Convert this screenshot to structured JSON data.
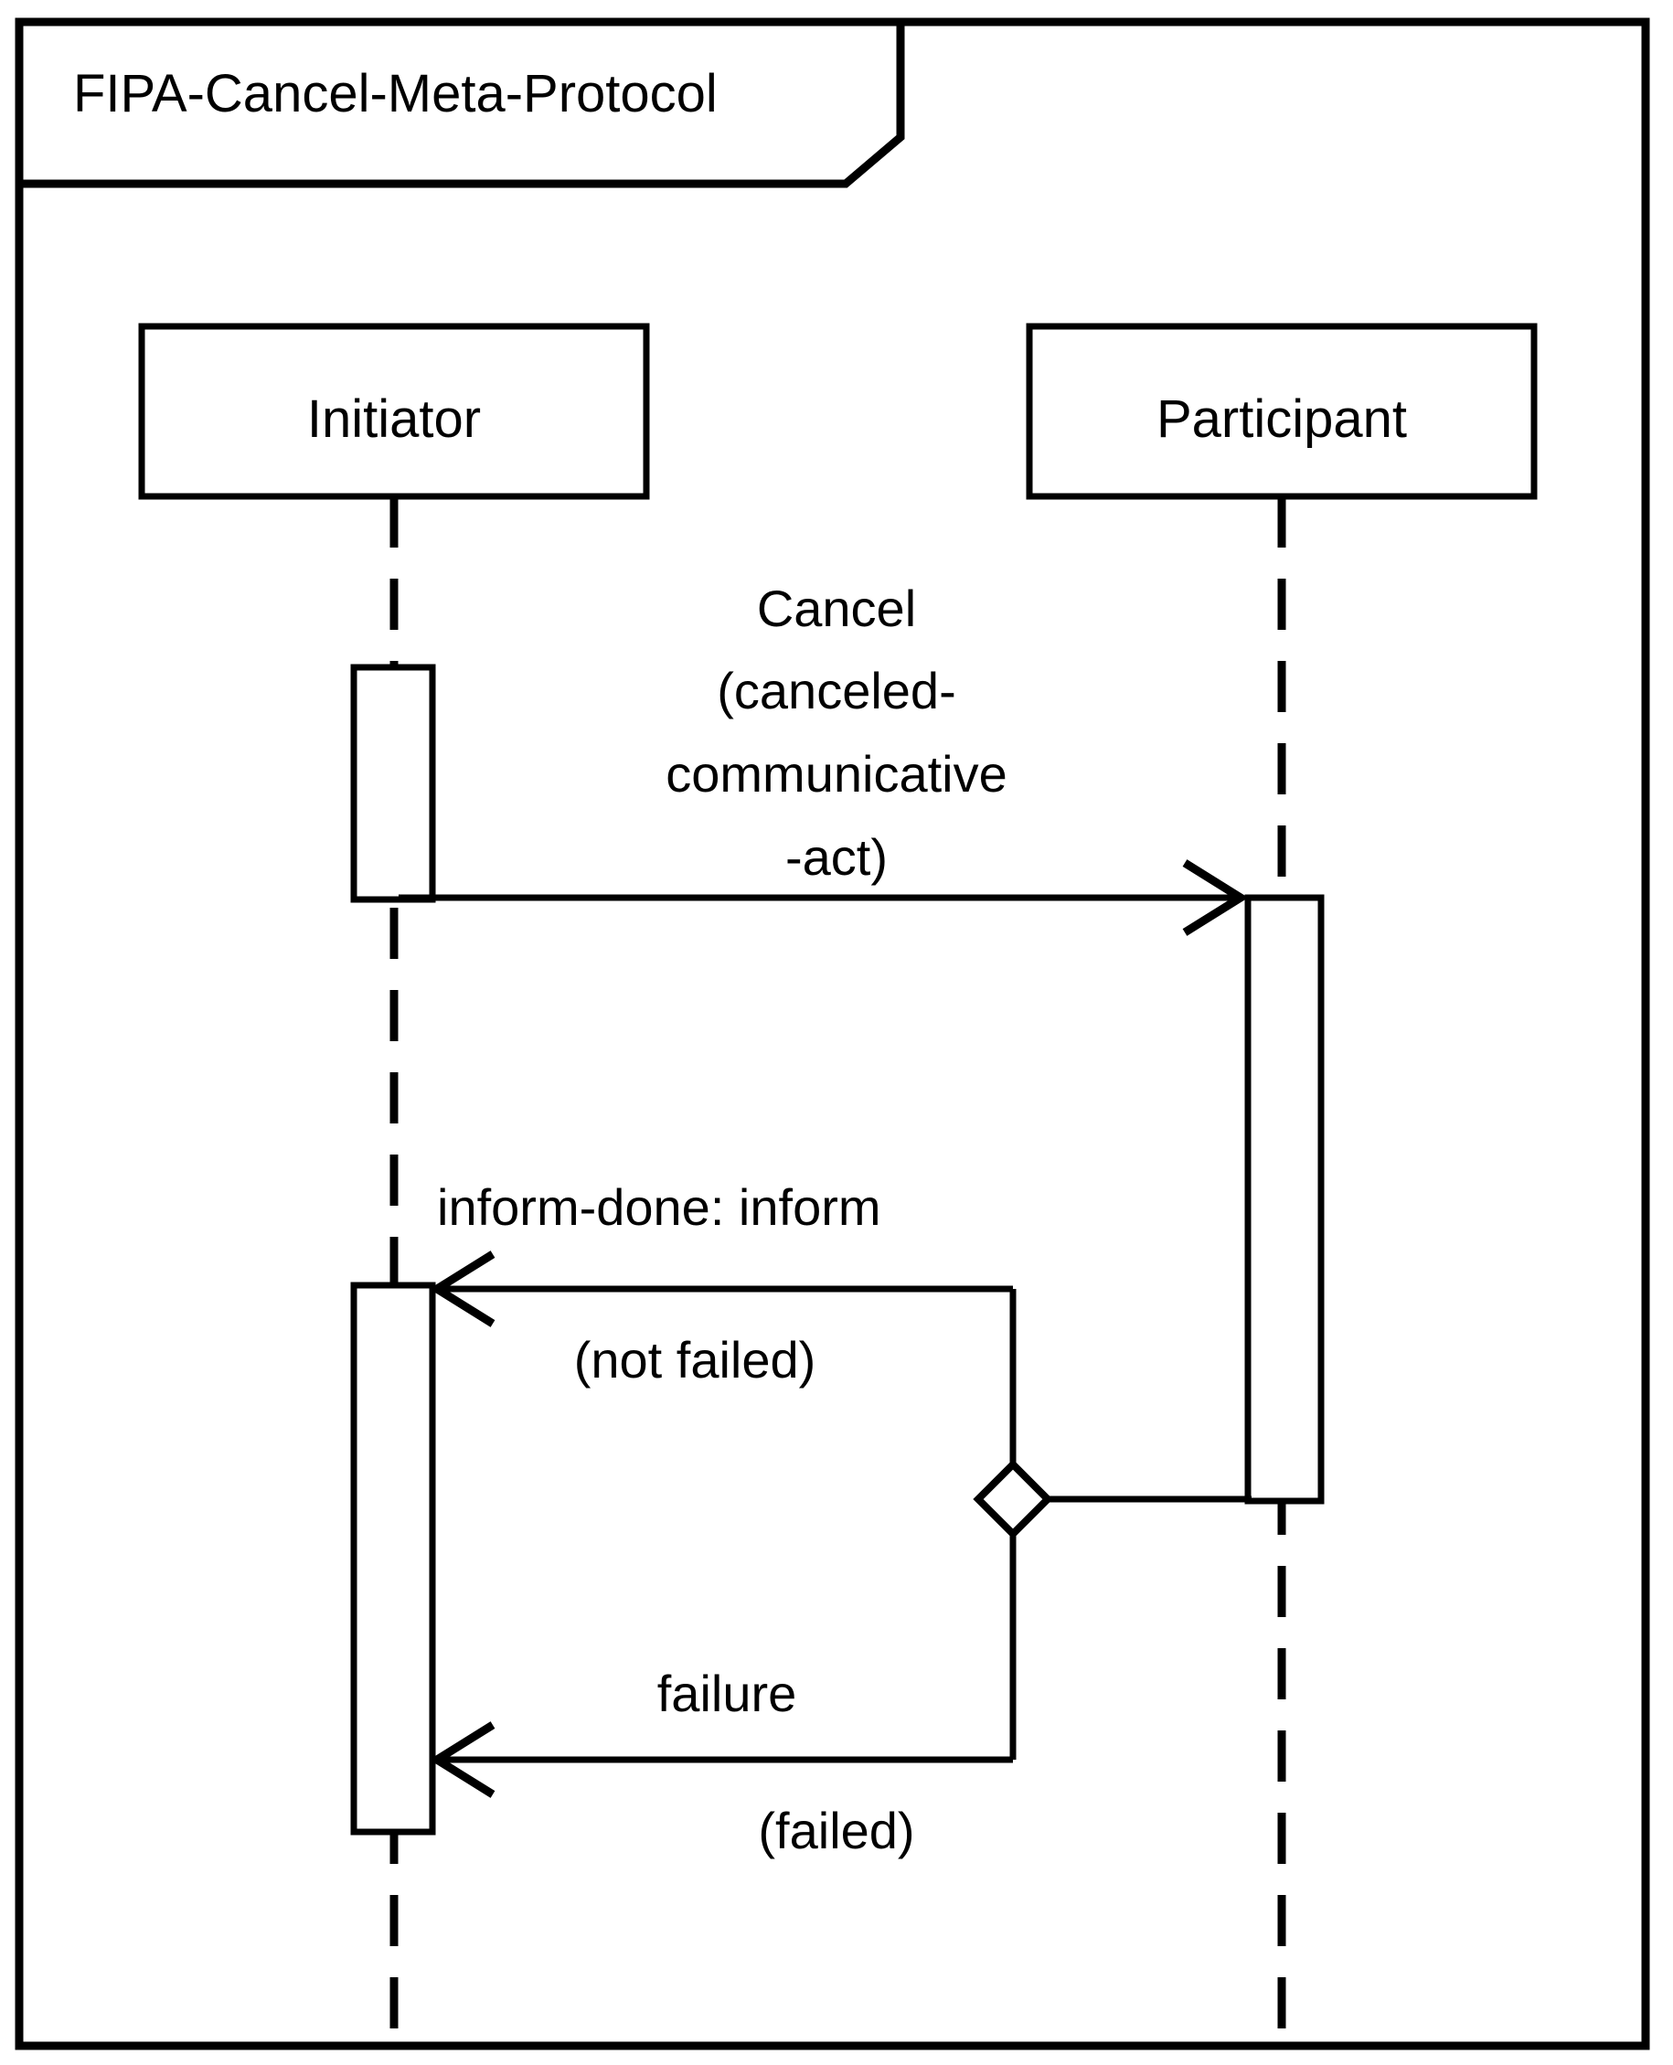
{
  "diagram": {
    "type": "uml-sequence-diagram",
    "frame_label": "FIPA-Cancel-Meta-Protocol",
    "lifelines": [
      {
        "id": "initiator",
        "name": "Initiator"
      },
      {
        "id": "participant",
        "name": "Participant"
      }
    ],
    "messages": [
      {
        "id": "cancel",
        "from": "initiator",
        "to": "participant",
        "direction": "right",
        "label_lines": [
          "Cancel",
          "(canceled-",
          "communicative",
          "-act)"
        ],
        "label_full": "Cancel (canceled-communicative-act)"
      },
      {
        "id": "inform-done",
        "from": "participant",
        "to": "initiator",
        "direction": "left",
        "label": "inform-done: inform",
        "guard": "(not failed)"
      },
      {
        "id": "failure",
        "from": "participant",
        "to": "initiator",
        "direction": "left",
        "label": "failure",
        "guard": "(failed)"
      }
    ],
    "decision": {
      "id": "alternative-branch",
      "shape": "diamond",
      "branches": [
        "(not failed)",
        "(failed)"
      ]
    },
    "colors": {
      "stroke": "#000000",
      "background": "#ffffff",
      "fill": "#ffffff"
    }
  }
}
